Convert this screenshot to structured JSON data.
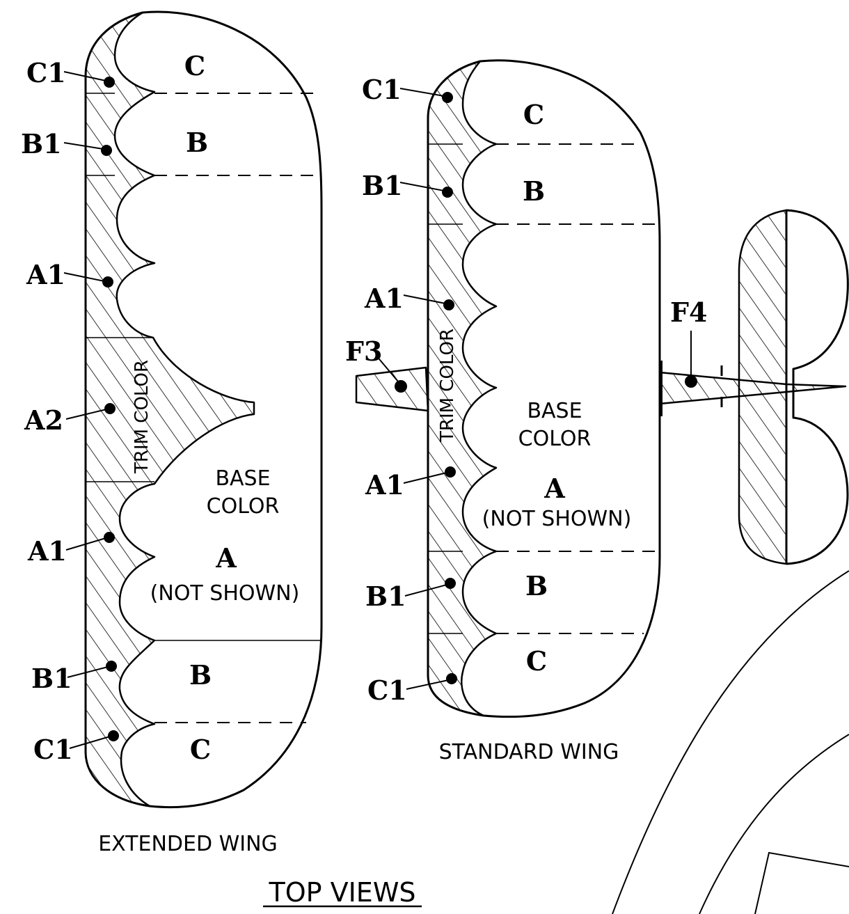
{
  "extended_wing": {
    "caption": "EXTENDED WING",
    "callouts": {
      "c1_top": "C1",
      "b1_top": "B1",
      "a1_top": "A1",
      "a2": "A2",
      "a1_bottom": "A1",
      "b1_bottom": "B1",
      "c1_bottom": "C1"
    },
    "zones": {
      "c_top": "C",
      "b_top": "B",
      "a": "A",
      "a_note": "(NOT SHOWN)",
      "b_bottom": "B",
      "c_bottom": "C"
    },
    "base_color_line1": "BASE",
    "base_color_line2": "COLOR",
    "trim_color": "TRIM COLOR"
  },
  "standard_wing": {
    "caption": "STANDARD WING",
    "callouts": {
      "c1_top": "C1",
      "b1_top": "B1",
      "a1_top": "A1",
      "f3": "F3",
      "a1_bottom": "A1",
      "b1_bottom": "B1",
      "c1_bottom": "C1"
    },
    "zones": {
      "c_top": "C",
      "b_top": "B",
      "a": "A",
      "a_note": "(NOT SHOWN)",
      "b_bottom": "B",
      "c_bottom": "C"
    },
    "base_color_line1": "BASE",
    "base_color_line2": "COLOR",
    "trim_color": "TRIM COLOR"
  },
  "tail": {
    "callout_f4": "F4"
  },
  "section_title": "TOP VIEWS"
}
